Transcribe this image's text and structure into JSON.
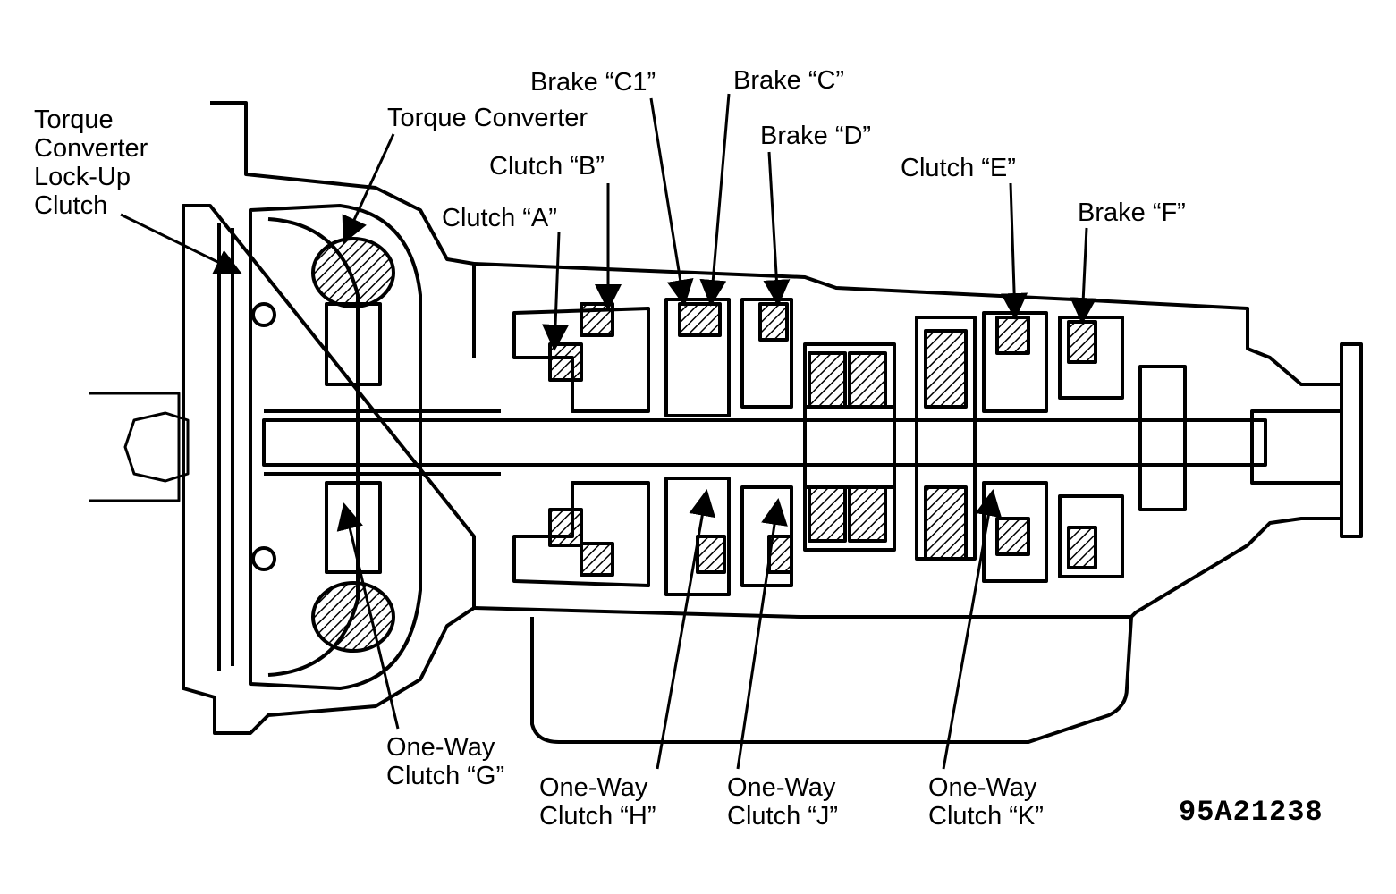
{
  "labels": {
    "lockup_clutch": [
      "Torque",
      "Converter",
      "Lock-Up",
      "Clutch"
    ],
    "torque_converter": "Torque Converter",
    "brake_c1": "Brake “C1”",
    "brake_c": "Brake “C”",
    "brake_d": "Brake “D”",
    "clutch_b": "Clutch “B”",
    "clutch_a": "Clutch “A”",
    "clutch_e": "Clutch “E”",
    "brake_f": "Brake “F”",
    "owc_g": [
      "One-Way",
      "Clutch “G”"
    ],
    "owc_h": [
      "One-Way",
      "Clutch “H”"
    ],
    "owc_j": [
      "One-Way",
      "Clutch “J”"
    ],
    "owc_k": [
      "One-Way",
      "Clutch “K”"
    ]
  },
  "figure_id": "95A21238",
  "colors": {
    "ink": "#000000",
    "paper": "#ffffff"
  }
}
